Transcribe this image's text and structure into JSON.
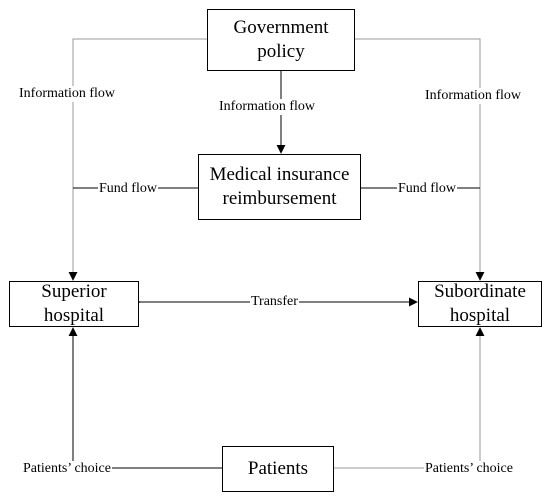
{
  "nodes": {
    "government": "Government policy",
    "insurance": "Medical insurance reimbursement",
    "superior": "Superior hospital",
    "subordinate": "Subordinate hospital",
    "patients": "Patients"
  },
  "edges": {
    "info_left": "Information flow",
    "info_center": "Information flow",
    "info_right": "Information flow",
    "fund_left": "Fund flow",
    "fund_right": "Fund flow",
    "transfer": "Transfer",
    "choice_left": "Patients’ choice",
    "choice_right": "Patients’ choice"
  }
}
